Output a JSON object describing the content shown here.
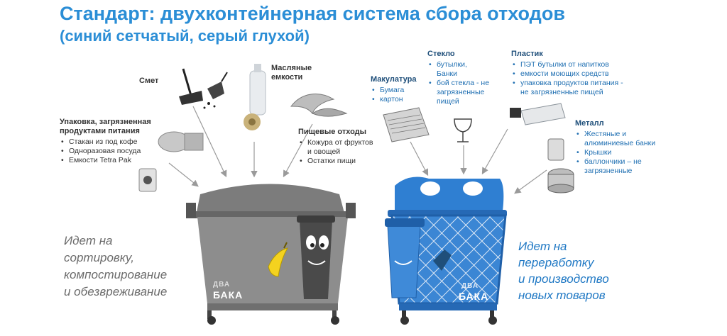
{
  "title": {
    "line1": "Стандарт: двухконтейнерная система сбора отходов",
    "line2": "(синий сетчатый, серый глухой)"
  },
  "grey_side": {
    "smet": {
      "header": "Смет"
    },
    "oil": {
      "header_line1": "Масляные",
      "header_line2": "емкости"
    },
    "packaging": {
      "header_line1": "Упаковка, загрязненная",
      "header_line2": "продуктами питания",
      "items": [
        "Стакан из под кофе",
        "Одноразовая посуда",
        "Емкости Tetra Pak"
      ]
    },
    "food": {
      "header": "Пищевые отходы",
      "items_line1": "Кожура от фруктов",
      "items_line2": "и овощей",
      "item2": "Остатки пищи"
    },
    "caption": [
      "Идет на",
      "сортировку,",
      "компостирование",
      "и обезвреживание"
    ],
    "logo_top": "ДВА",
    "logo_bottom": "БАКА"
  },
  "blue_side": {
    "paper": {
      "header": "Макулатура",
      "items": [
        "Бумага",
        "картон"
      ]
    },
    "glass": {
      "header": "Стекло",
      "item1_line1": "бутылки,",
      "item1_line2": "Банки",
      "item2_line1": "бой стекла - не",
      "item2_line2": "загрязненные",
      "item2_line3": "пищей"
    },
    "plastic": {
      "header": "Пластик",
      "item1": "ПЭТ бутылки от напитков",
      "item2": "емкости моющих средств",
      "item3_line1": "упаковка продуктов питания -",
      "item3_line2": "не загрязненные пищей"
    },
    "metal": {
      "header": "Металл",
      "item1_line1": "Жестяные и",
      "item1_line2": "алюминиевые банки",
      "item2": "Крышки",
      "item3_line1": "баллончики – не",
      "item3_line2": "загрязненные"
    },
    "caption": [
      "Идет на",
      "переработку",
      "и производство",
      "новых товаров"
    ],
    "logo_top": "ДВА",
    "logo_bottom": "БАКА"
  },
  "colors": {
    "title": "#2b8ed6",
    "grey_bin": "#8a8a8a",
    "blue_bin": "#2f7fd2",
    "blue_text": "#1f6fb2"
  }
}
